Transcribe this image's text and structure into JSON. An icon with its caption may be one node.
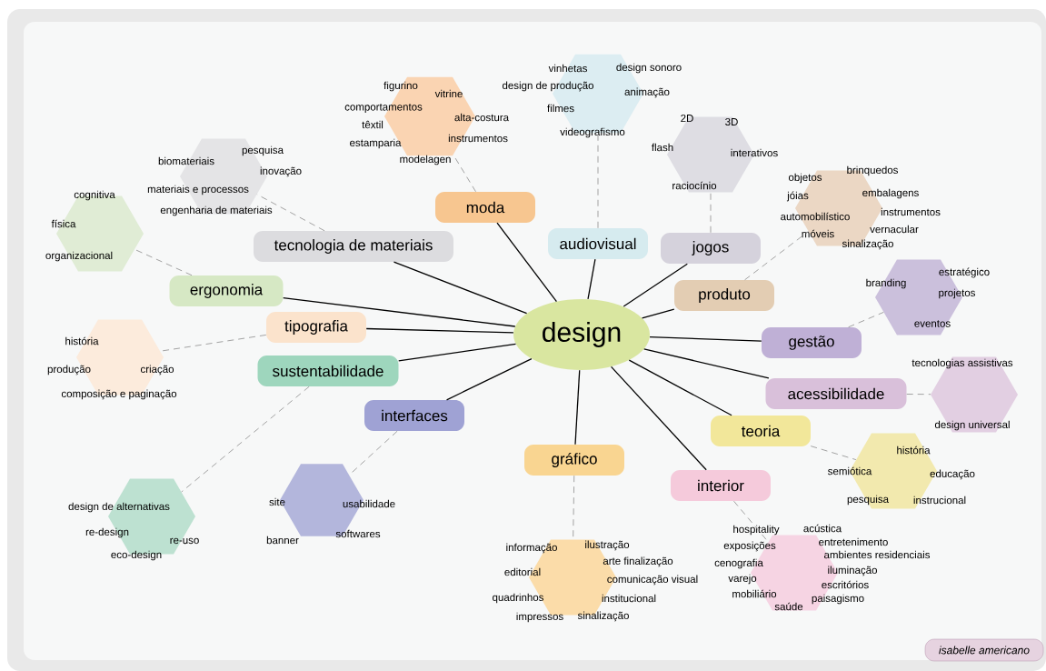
{
  "diagram": {
    "nodes": [
      {
        "text": [
          "design"
        ]
      },
      {
        "text": [
          "moda"
        ]
      },
      {
        "text": [
          "audiovisual"
        ]
      },
      {
        "text": [
          "jogos"
        ]
      },
      {
        "text": [
          "produto"
        ]
      },
      {
        "text": [
          "gestão"
        ]
      },
      {
        "text": [
          "acessibilidade"
        ]
      },
      {
        "text": [
          "teoria"
        ]
      },
      {
        "text": [
          "interior"
        ]
      },
      {
        "text": [
          "gráfico"
        ]
      },
      {
        "text": [
          "interfaces"
        ]
      },
      {
        "text": [
          "sustentabilidade"
        ]
      },
      {
        "text": [
          "tipografia"
        ]
      },
      {
        "text": [
          "ergonomia"
        ]
      },
      {
        "text": [
          "tecnologia de materiais"
        ]
      },
      {
        "text": [
          "figurino",
          "vitrine",
          "comportamentos",
          "alta-costura",
          "têxtil",
          "instrumentos",
          "estamparia",
          "modelagen"
        ]
      },
      {
        "text": [
          "vinhetas",
          "design sonoro",
          "design de produção",
          "animação",
          "filmes",
          "videografismo"
        ]
      },
      {
        "text": [
          "2D",
          "3D",
          "flash",
          "interativos",
          "raciocínio"
        ]
      },
      {
        "text": [
          "objetos",
          "brinquedos",
          "jóias",
          "embalagens",
          "automobilístico",
          "instrumentos",
          "móveis",
          "vernacular",
          "sinalização"
        ]
      },
      {
        "text": [
          "branding",
          "estratégico",
          "projetos",
          "eventos"
        ]
      },
      {
        "text": [
          "tecnologias assistivas",
          "design universal"
        ]
      },
      {
        "text": [
          "história",
          "semiótica",
          "educação",
          "pesquisa",
          "instrucional"
        ]
      },
      {
        "text": [
          "hospitality",
          "acústica",
          "exposições",
          "entretenimento",
          "ambientes residenciais",
          "cenografia",
          "iluminação",
          "varejo",
          "escritórios",
          "mobiliário",
          "paisagismo",
          "saúde"
        ]
      },
      {
        "text": [
          "informação",
          "ilustração",
          "editorial",
          "arte finalização",
          "comunicação visual",
          "quadrinhos",
          "institucional",
          "impressos",
          "sinalização"
        ]
      },
      {
        "text": [
          "site",
          "usabilidade",
          "banner",
          "softwares"
        ]
      },
      {
        "text": [
          "design de alternativas",
          "re-design",
          "re-uso",
          "eco-design"
        ]
      },
      {
        "text": [
          "história",
          "produção",
          "criação",
          "composição e paginação"
        ]
      },
      {
        "text": [
          "cognitiva",
          "física",
          "organizacional"
        ]
      },
      {
        "text": [
          "pesquisa",
          "biomateriais",
          "inovação",
          "materiais e processos",
          "engenharia de materiais"
        ]
      }
    ],
    "edges": [
      {
        "from": 0,
        "to": 1,
        "arrow": "none"
      },
      {
        "from": 0,
        "to": 2,
        "arrow": "none"
      },
      {
        "from": 0,
        "to": 3,
        "arrow": "none"
      },
      {
        "from": 0,
        "to": 4,
        "arrow": "none"
      },
      {
        "from": 0,
        "to": 5,
        "arrow": "none"
      },
      {
        "from": 0,
        "to": 6,
        "arrow": "none"
      },
      {
        "from": 0,
        "to": 7,
        "arrow": "none"
      },
      {
        "from": 0,
        "to": 8,
        "arrow": "none"
      },
      {
        "from": 0,
        "to": 9,
        "arrow": "none"
      },
      {
        "from": 0,
        "to": 10,
        "arrow": "none"
      },
      {
        "from": 0,
        "to": 11,
        "arrow": "none"
      },
      {
        "from": 0,
        "to": 12,
        "arrow": "none"
      },
      {
        "from": 0,
        "to": 13,
        "arrow": "none"
      },
      {
        "from": 0,
        "to": 14,
        "arrow": "none"
      },
      {
        "from": 1,
        "to": 15,
        "arrow": "none",
        "style": "dashed",
        "color": "#999999"
      },
      {
        "from": 2,
        "to": 16,
        "arrow": "none",
        "style": "dashed",
        "color": "#999999"
      },
      {
        "from": 3,
        "to": 17,
        "arrow": "none",
        "style": "dashed",
        "color": "#999999"
      },
      {
        "from": 4,
        "to": 18,
        "arrow": "none",
        "style": "dashed",
        "color": "#999999"
      },
      {
        "from": 5,
        "to": 19,
        "arrow": "none",
        "style": "dashed",
        "color": "#999999"
      },
      {
        "from": 6,
        "to": 20,
        "arrow": "none",
        "style": "dashed",
        "color": "#999999"
      },
      {
        "from": 7,
        "to": 21,
        "arrow": "none",
        "style": "dashed",
        "color": "#999999"
      },
      {
        "from": 8,
        "to": 22,
        "arrow": "none",
        "style": "dashed",
        "color": "#999999"
      },
      {
        "from": 9,
        "to": 23,
        "arrow": "none",
        "style": "dashed",
        "color": "#999999"
      },
      {
        "from": 10,
        "to": 24,
        "arrow": "none",
        "style": "dashed",
        "color": "#999999"
      },
      {
        "from": 11,
        "to": 25,
        "arrow": "none",
        "style": "dashed",
        "color": "#999999"
      },
      {
        "from": 12,
        "to": 26,
        "arrow": "none",
        "style": "dashed",
        "color": "#999999"
      },
      {
        "from": 13,
        "to": 27,
        "arrow": "none",
        "style": "dashed",
        "color": "#999999"
      },
      {
        "from": 14,
        "to": 28,
        "arrow": "none",
        "style": "dashed",
        "color": "#999999"
      }
    ],
    "labels": [
      "isabelle americano"
    ]
  }
}
